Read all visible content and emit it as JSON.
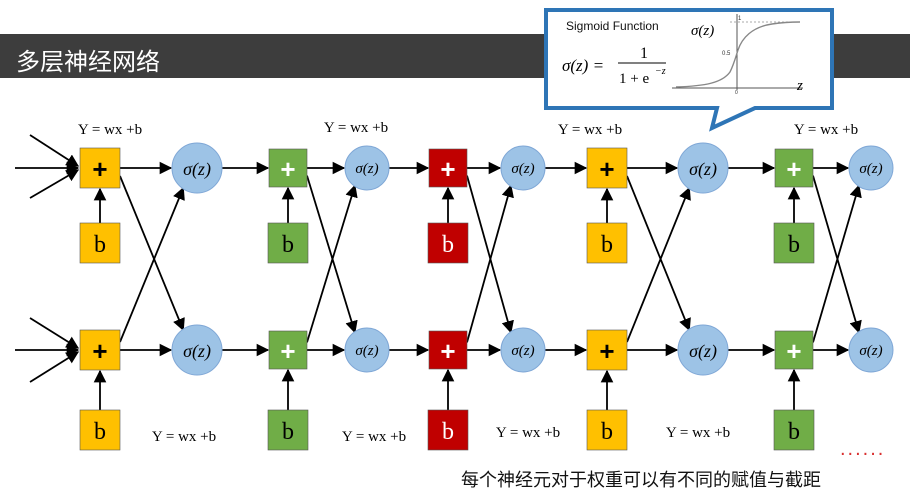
{
  "slide": {
    "title": "多层神经网络",
    "caption": "每个神经元对于权重可以有不同的赋值与截距",
    "dots": "......"
  },
  "callout": {
    "heading": "Sigmoid Function",
    "formula_lhs": "σ(z) =",
    "formula_num": "1",
    "formula_den": "1 + e",
    "formula_exp": "−z",
    "graph_sigma": "σ(z)",
    "graph_top": "1",
    "graph_mid": "0.5",
    "graph_origin": "0",
    "graph_axis": "z"
  },
  "network": {
    "plus_label": "+",
    "bias_label": "b",
    "sigma_label": "σ(z)",
    "formula": "Y = wx +b",
    "colors": {
      "yellow": "#ffc000",
      "green": "#70ad47",
      "red": "#c00000",
      "neuron": "#9dc3e6",
      "neuron_stroke": "#7fa7d6",
      "callout_border": "#2e75b6"
    }
  }
}
